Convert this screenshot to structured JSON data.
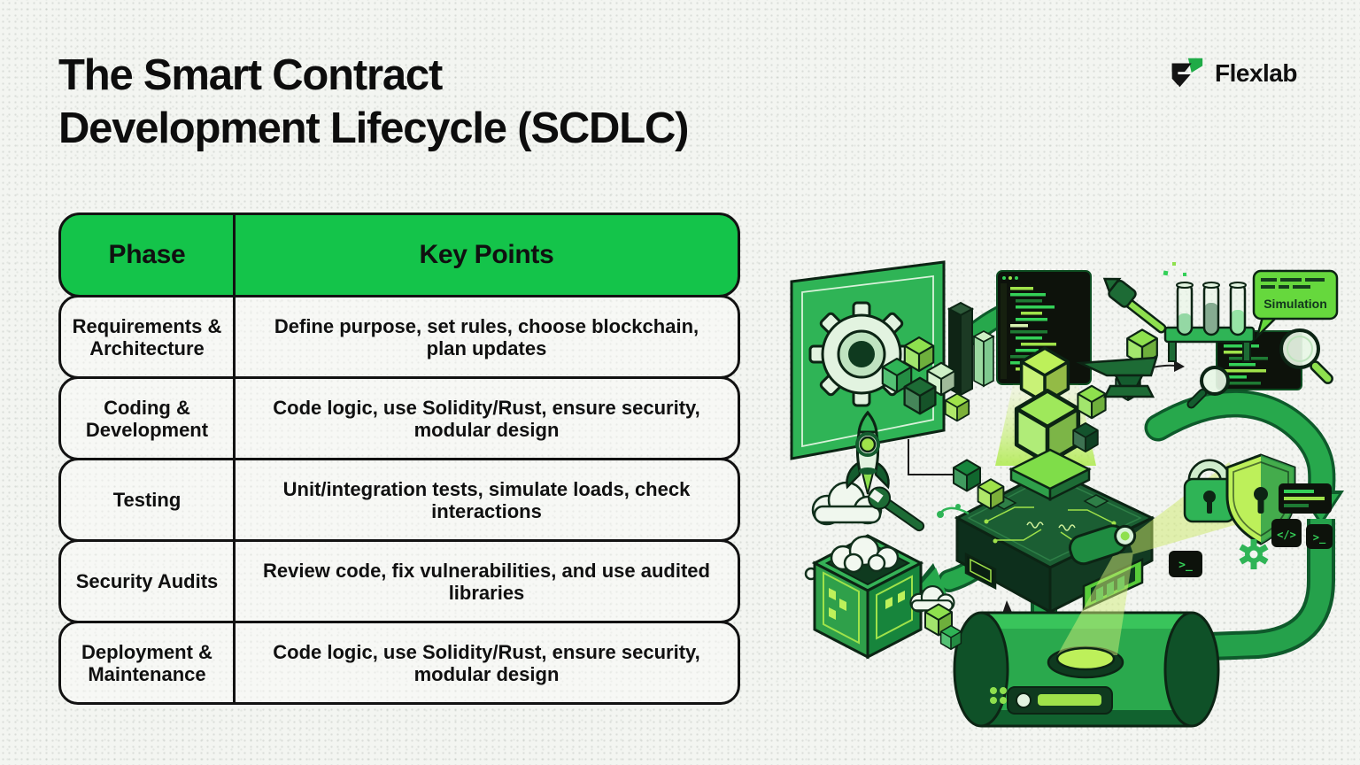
{
  "page": {
    "title_line1": "The Smart Contract",
    "title_line2": "Development Lifecycle (SCDLC)",
    "brand": "Flexlab"
  },
  "table": {
    "headers": [
      "Phase",
      "Key Points"
    ],
    "rows": [
      {
        "phase": "Requirements & Architecture",
        "key_points": "Define purpose, set rules, choose blockchain, plan updates"
      },
      {
        "phase": "Coding & Development",
        "key_points": "Code logic, use Solidity/Rust, ensure security, modular design"
      },
      {
        "phase": "Testing",
        "key_points": "Unit/integration tests, simulate loads, check interactions"
      },
      {
        "phase": "Security Audits",
        "key_points": "Review code, fix vulnerabilities, and use audited libraries"
      },
      {
        "phase": "Deployment & Maintenance",
        "key_points": "Code logic, use Solidity/Rust, ensure security, modular design"
      }
    ]
  },
  "illustration": {
    "simulation_label": "Simulation",
    "terminal_glyph": ">_",
    "code_glyph": "</>"
  },
  "colors": {
    "header_green": "#14c44a",
    "arrow_green": "#27a84c",
    "lime": "#8ee04e",
    "mint": "#e2f3e0",
    "dark_green": "#0e5a2b",
    "near_black_green": "#0c2414",
    "code_bg": "#0d120b",
    "code_green": "#34d058",
    "background": "#f3f5f1",
    "text": "#101010"
  }
}
